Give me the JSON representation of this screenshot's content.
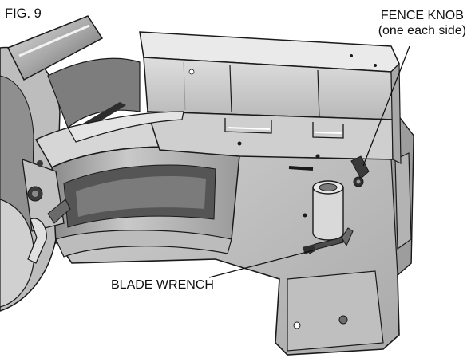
{
  "figure": {
    "label": "FIG. 9"
  },
  "callouts": {
    "fence_knob": {
      "line1": "FENCE KNOB",
      "line2": "(one each side)"
    },
    "blade_wrench": {
      "label": "BLADE WRENCH"
    }
  },
  "colors": {
    "background": "#ffffff",
    "outline": "#1a1a1a",
    "base_gray": "#c4c4c4",
    "light_gray": "#d8d8d8",
    "mid_gray": "#a9a9a9",
    "dark_gray": "#6e6e6e",
    "knob": "#3a3a3a"
  },
  "icons": [
    "fence-knob-icon",
    "blade-wrench-icon"
  ]
}
